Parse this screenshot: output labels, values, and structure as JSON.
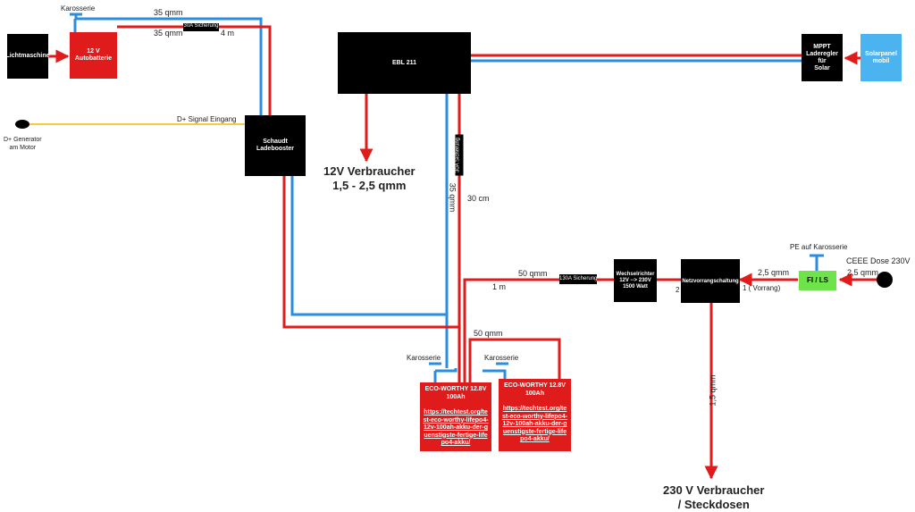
{
  "components": {
    "lichtmaschine": "Lichtmaschine",
    "autobatterie": "12 V\nAutobatterie",
    "ladebooster": "Schaudt Ladebooster",
    "ebl": "EBL 211",
    "mppt": "MPPT\nLaderegler für\nSolar",
    "solarpanel": "Solarpanel\nmobil",
    "wechselrichter": "Wechselrichter\n12V --> 230V\n1500 Watt",
    "netzvorrang": "Netzvorrangschaltung",
    "fi_ls": "FI / LS",
    "sicherung_30a_top": "30A Sicherung",
    "sicherung_30a_vertical": "30A Sicherung",
    "sicherung_130a": "130A Sicherung"
  },
  "batteries": [
    {
      "title": "ECO-WORTHY 12.8V\n100Ah",
      "link": "https://techtest.org/test-eco-worthy-lifepo4-12v-100ah-akku-der-guenstigste-fertige-lifepo4-akku/"
    },
    {
      "title": "ECO-WORTHY 12.8V\n100Ah",
      "link": "https://techtest.org/test-eco-worthy-lifepo4-12v-100ah-akku-der-guenstigste-fertige-lifepo4-akku/"
    }
  ],
  "labels": {
    "karosserie_top": "Karosserie",
    "karosserie_b1": "Karosserie",
    "karosserie_b2": "Karosserie",
    "pe_karosserie": "PE auf Karosserie",
    "qmm35_a": "35 qmm",
    "qmm35_b": "35 qmm",
    "m4": "4 m",
    "d_signal": "D+ Signal Eingang",
    "d_generator": "D+ Generator\nam Motor",
    "verbraucher12": "12V Verbraucher\n1,5 - 2,5 qmm",
    "qmm35_vert": "35 qmm",
    "cm30": "30 cm",
    "qmm50_a": "50 qmm",
    "m1": "1 m",
    "qmm50_b": "50 qmm",
    "qmm25_a": "2,5 qmm",
    "qmm25_b": "2,5 qmm",
    "num2": "2",
    "vorrang": "1 ( Vorrang)",
    "ceee": "CEEE Dose 230V",
    "qmm15": "1,5 qmm",
    "verbraucher230": "230 V Verbraucher\n/ Steckdosen"
  },
  "colors": {
    "positive": "#e01b1b",
    "negative": "#2a8de0",
    "signal": "#f5b800",
    "fi": "#6fe34a",
    "solar": "#4ab3f0"
  }
}
